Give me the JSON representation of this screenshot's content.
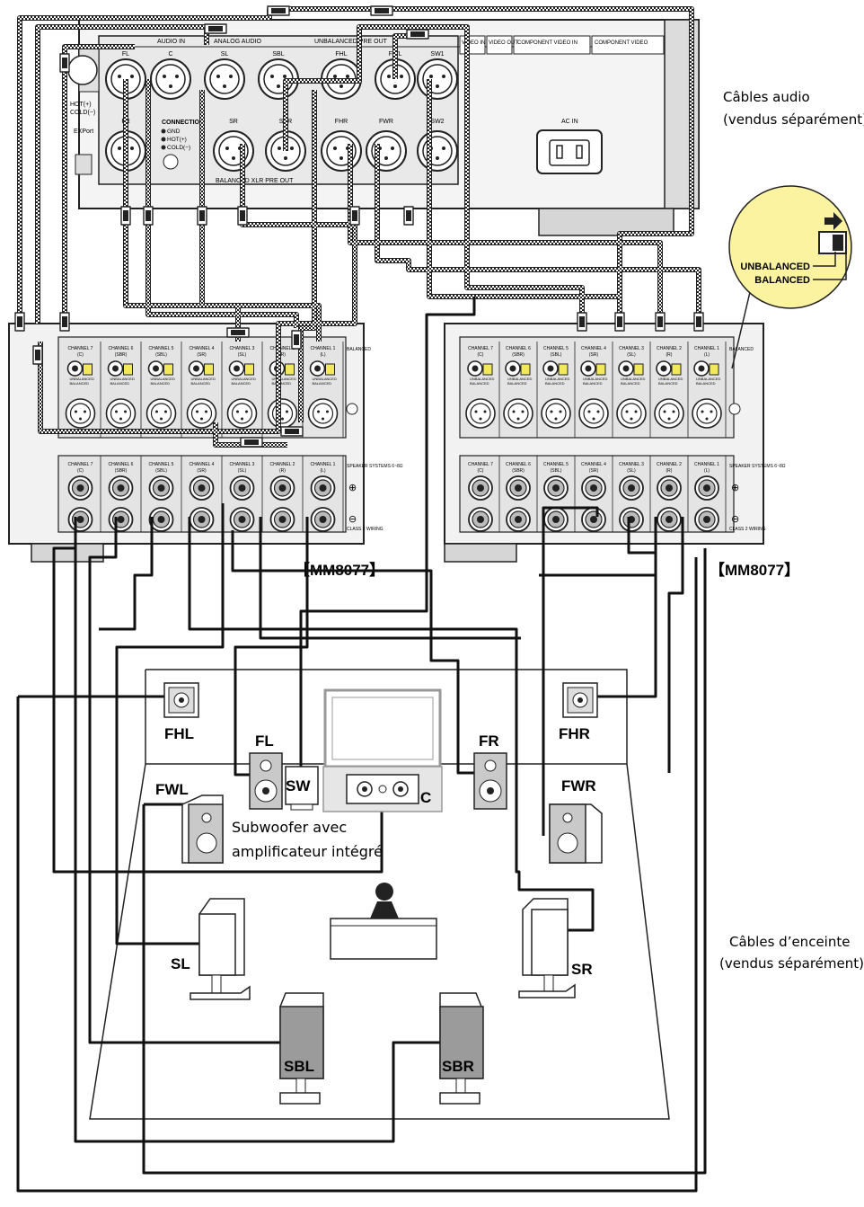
{
  "receiver": {
    "sections": {
      "analog_in": "AUDIO IN",
      "analog_audio": "ANALOG AUDIO",
      "unbalanced_pre_out": "UNBALANCED PRE OUT",
      "balanced_xlr_pre_out": "BALANCED XLR PRE OUT",
      "video_in": "VIDEO IN",
      "video_out": "VIDEO OUT",
      "component_in": "COMPONENT VIDEO IN",
      "component_out": "COMPONENT VIDEO",
      "ac_in": "AC IN"
    },
    "top_jacks": [
      "FL",
      "C",
      "SL",
      "SBL",
      "FHL",
      "FWL",
      "SW1"
    ],
    "bottom_jacks": [
      "FR",
      "SR",
      "SBR",
      "FHR",
      "FWR",
      "SW2"
    ],
    "connection_title": "CONNECTION",
    "connection_pins": [
      "GND",
      "HOT(+)",
      "COLD(−)"
    ],
    "hot_cold": [
      "HOT(+)",
      "COLD(−)"
    ],
    "export_label": "EXPort"
  },
  "amplifier": {
    "model_label": "【MM8077】",
    "channel_labels": [
      "CHANNEL 7",
      "CHANNEL 6",
      "CHANNEL 5",
      "CHANNEL 4",
      "CHANNEL 3",
      "CHANNEL 2",
      "CHANNEL 1"
    ],
    "channel_subs": [
      "(C)",
      "(SBR)",
      "(SBL)",
      "(SR)",
      "(SL)",
      "(R)",
      "(L)"
    ],
    "balance_label": "BALANCED",
    "unbalanced_label": "UNBALANCED",
    "speaker_label": "SPEAKER SYSTEMS 6~8Ω",
    "class_label": "CLASS 2 WIRING",
    "plus": "⊕",
    "minus": "⊖"
  },
  "callout": {
    "unbalanced": "UNBALANCED",
    "balanced": "BALANCED"
  },
  "notes": {
    "audio_cables_1": "Câbles audio",
    "audio_cables_2": "(vendus séparément)",
    "speaker_cables_1": "Câbles d’enceinte",
    "speaker_cables_2": "(vendus séparément)"
  },
  "speakers": {
    "FHL": "FHL",
    "FHR": "FHR",
    "FL": "FL",
    "FR": "FR",
    "SW": "SW",
    "C": "C",
    "FWL": "FWL",
    "FWR": "FWR",
    "SL": "SL",
    "SR": "SR",
    "SBL": "SBL",
    "SBR": "SBR"
  },
  "subwoofer_note_1": "Subwoofer avec",
  "subwoofer_note_2": "amplificateur intégré",
  "colors": {
    "line": "#1a1a1a",
    "panel": "#ececec",
    "panel_dark": "#cfcfcf",
    "callout": "#fbf3a0",
    "highlight": "#f2e85a",
    "speaker_gray": "#9b9b9b",
    "speaker_light": "#dedede"
  }
}
